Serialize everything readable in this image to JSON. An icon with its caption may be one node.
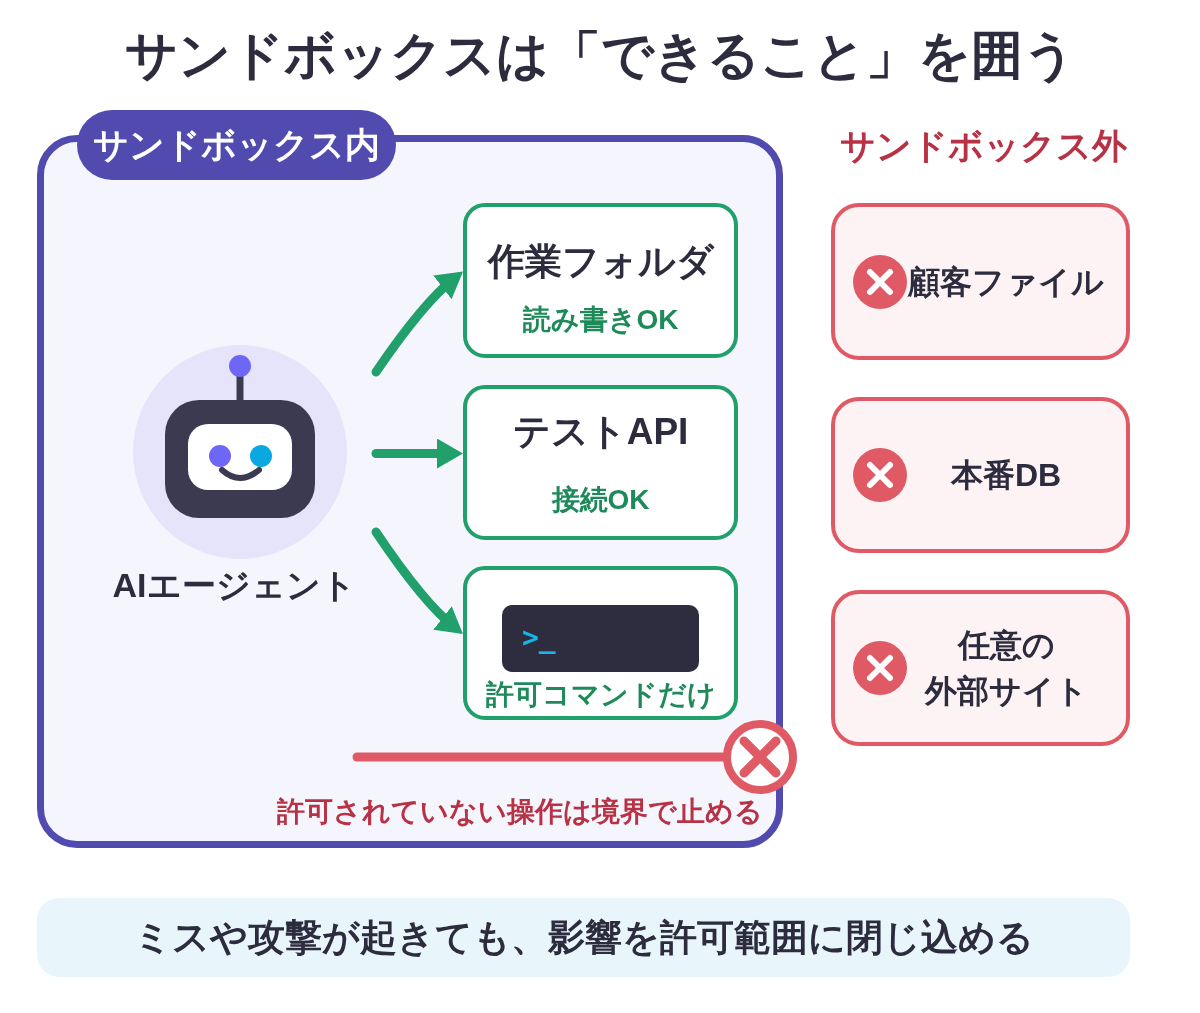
{
  "diagram": {
    "title": "サンドボックスは「できること」を囲う",
    "nodes": [
      {
        "text": [
          "サンドボックス内"
        ]
      },
      {
        "text": [
          "AIエージェント"
        ],
        "in": 0
      },
      {
        "text": [
          "作業フォルダ",
          "読み書きOK"
        ],
        "in": 0
      },
      {
        "text": [
          "テストAPI",
          "接続OK"
        ],
        "in": 0
      },
      {
        "text": [
          ">_",
          "許可コマンドだけ"
        ],
        "in": 0
      },
      {
        "text": [
          "顧客ファイル"
        ]
      },
      {
        "text": [
          "本番DB"
        ]
      },
      {
        "text": [
          "任意の外部サイト"
        ]
      },
      {
        "text": [
          "ミスや攻撃が起きても、影響を許可範囲に閉じ込める"
        ]
      }
    ],
    "edges": [
      {
        "from": 1,
        "to": 2,
        "arrow": "to"
      },
      {
        "from": 1,
        "to": 3,
        "arrow": "to"
      },
      {
        "from": 1,
        "to": 4,
        "arrow": "to"
      },
      {
        "from": null,
        "to": 0,
        "arrow": "other",
        "color": "#e05a66"
      }
    ],
    "labels": [
      "サンドボックス外",
      "許可されていない操作は境界で止める"
    ]
  }
}
